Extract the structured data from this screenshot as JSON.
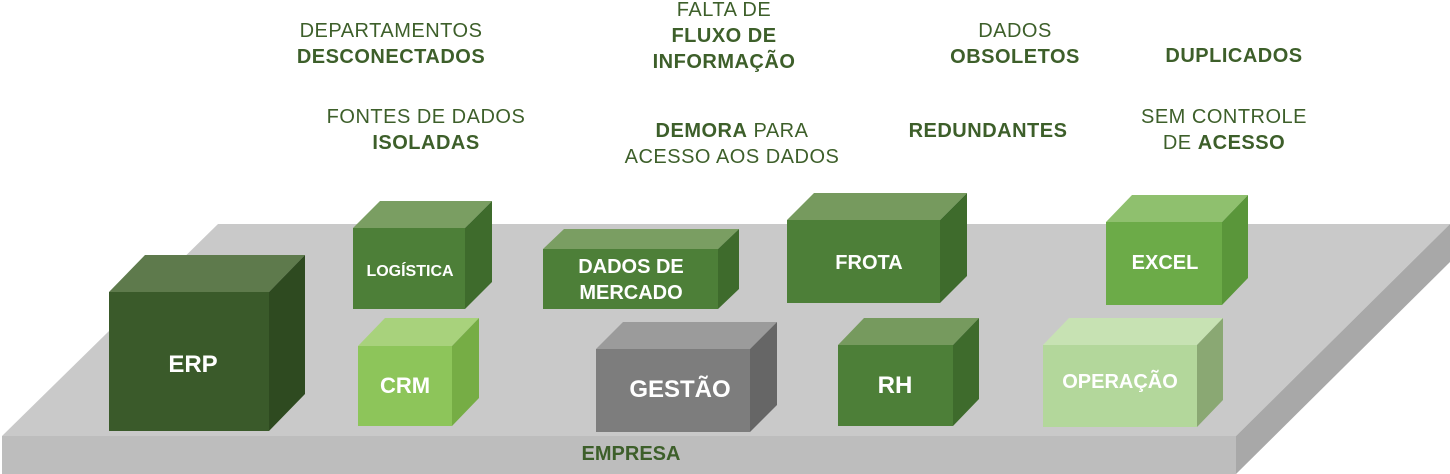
{
  "problems": [
    {
      "id": "deptos",
      "normal_1": "DEPARTAMENTOS",
      "bold_1": "",
      "normal_2": "",
      "bold_2": "DESCONECTADOS"
    },
    {
      "id": "fluxo",
      "normal_1": "FALTA DE",
      "bold_1": "",
      "normal_2": "",
      "bold_2": "FLUXO DE",
      "bold_3": "INFORMAÇÃO"
    },
    {
      "id": "obsoletos",
      "normal_1": "DADOS",
      "bold_2": "OBSOLETOS"
    },
    {
      "id": "duplicados",
      "bold_1": "DUPLICADOS"
    },
    {
      "id": "isoladas",
      "normal_1": "FONTES DE DADOS",
      "bold_2": "ISOLADAS"
    },
    {
      "id": "demora",
      "bold_1": "DEMORA",
      "normal_1": " PARA",
      "normal_2": "ACESSO AOS DADOS"
    },
    {
      "id": "redundantes",
      "bold_1": "REDUNDANTES"
    },
    {
      "id": "acesso",
      "normal_1": "SEM CONTROLE",
      "normal_2": "DE ",
      "bold_2": "ACESSO"
    }
  ],
  "platform_label": "EMPRESA",
  "boxes": [
    {
      "label": "ERP",
      "front": "#3a5a2a",
      "top": "#5e7a4c",
      "side": "#2e4a20"
    },
    {
      "label": "LOGÍSTICA",
      "front": "#4d7f38",
      "top": "#7a9e62",
      "side": "#3e6b2c"
    },
    {
      "label": "CRM",
      "front": "#8dc55a",
      "top": "#a8d27c",
      "side": "#76ad45"
    },
    {
      "label": "DADOS DE",
      "label2": "MERCADO",
      "front": "#4d7f38",
      "top": "#7a9e62",
      "side": "#3e6b2c"
    },
    {
      "label": "GESTÃO",
      "front": "#7d7d7d",
      "top": "#9b9b9b",
      "side": "#666666"
    },
    {
      "label": "FROTA",
      "front": "#4d7f38",
      "top": "#769a5e",
      "side": "#3e6b2c"
    },
    {
      "label": "RH",
      "front": "#4d7f38",
      "top": "#769a5e",
      "side": "#3e6b2c"
    },
    {
      "label": "EXCEL",
      "front": "#6cab48",
      "top": "#8fc06e",
      "side": "#5a963a"
    },
    {
      "label": "OPERAÇÃO",
      "front": "#b3d79b",
      "top": "#c7e2b3",
      "side": "#8aa873"
    }
  ],
  "colors": {
    "platform_top": "#c8c8c8",
    "platform_front": "#bcbcbc",
    "platform_side": "#a9a9a9",
    "text_green": "#3d5f2a"
  }
}
